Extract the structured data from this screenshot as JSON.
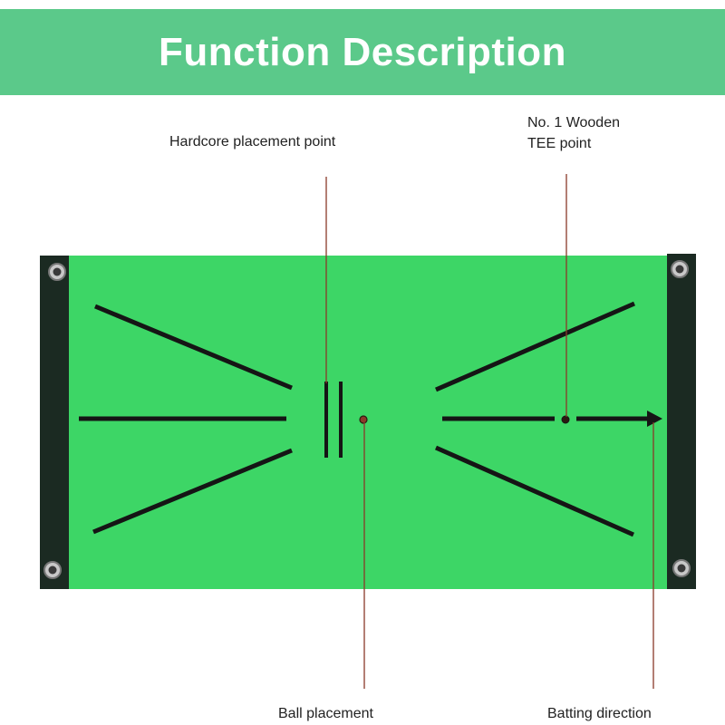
{
  "header": {
    "title": "Function Description"
  },
  "callouts": {
    "hardcore_placement": "Hardcore placement point",
    "tee_line1": "No. 1 Wooden",
    "tee_line2": "TEE point",
    "ball_placement": "Ball placement",
    "batting_direction": "Batting direction"
  },
  "colors": {
    "banner": "#5bc98a",
    "mat": "#3dd666",
    "edge": "#1b2a22",
    "stripe": "#151515",
    "leader": "#8a3a2a"
  }
}
